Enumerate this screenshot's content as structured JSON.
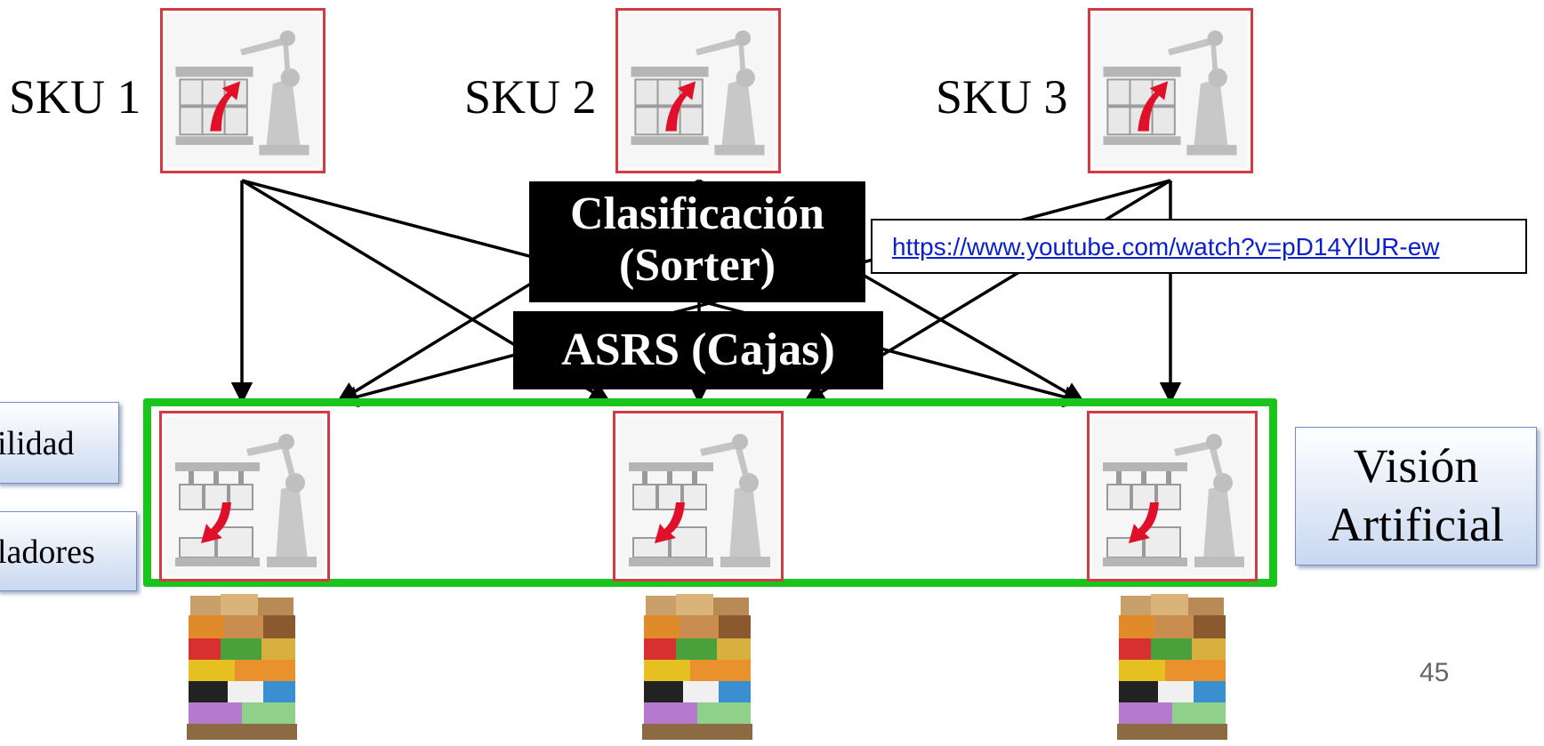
{
  "diagram": {
    "skus": [
      {
        "label": "SKU 1"
      },
      {
        "label": "SKU 2"
      },
      {
        "label": "SKU 3"
      }
    ],
    "center_boxes": {
      "sorter_line1": "Clasificación",
      "sorter_line2": "(Sorter)",
      "asrs": "ASRS (Cajas)"
    },
    "link": "https://www.youtube.com/watch?v=pD14YlUR-ew",
    "left_boxes": {
      "top": "ilidad",
      "bottom": "ladores"
    },
    "right_box": {
      "line1": "Visión",
      "line2": "Artificial"
    },
    "page_number": "45",
    "colors": {
      "robot_icon_border": "#d23a44",
      "arrow_red": "#e0102a",
      "highlight_green": "#19c51a",
      "link_blue": "#0a1fd0",
      "box_black": "#000000",
      "box_blue_end": "#c9d8f0"
    },
    "icons": [
      "robot-depalletizing-icon",
      "robot-palletizing-icon",
      "mixed-pallet-photo"
    ]
  }
}
